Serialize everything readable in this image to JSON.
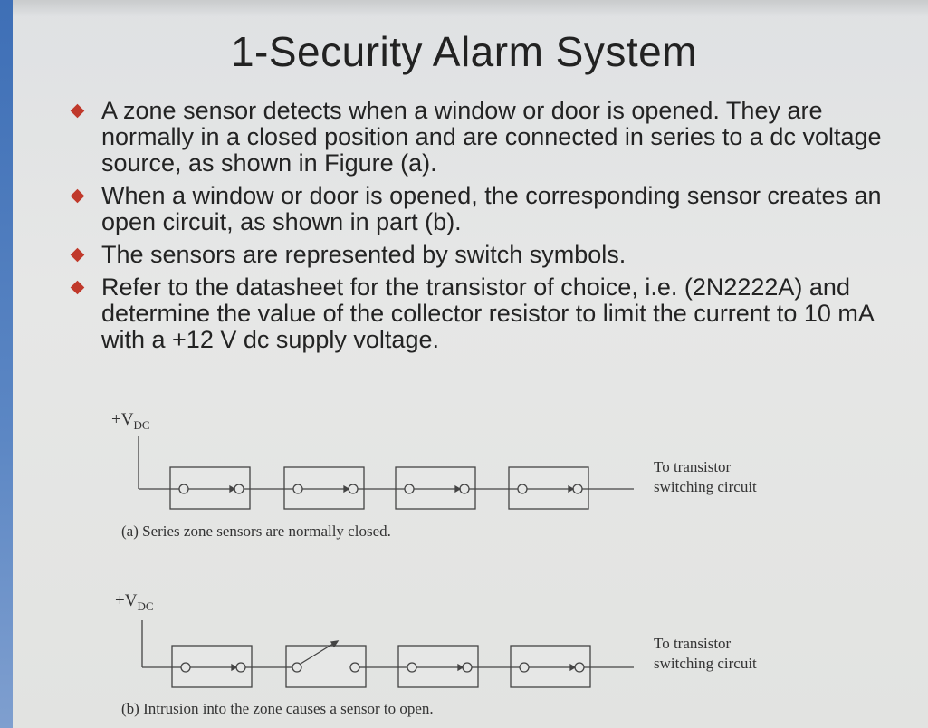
{
  "slide": {
    "title": "1-Security Alarm System",
    "bullets": [
      "A zone sensor detects when a window or door is opened. They are normally in a closed position and are connected in series to a dc voltage source, as shown in Figure (a).",
      "When a window or door is opened, the corresponding sensor creates an open circuit, as shown in part (b).",
      "The sensors are represented by switch symbols.",
      "Refer to the datasheet for the transistor of choice, i.e. (2N2222A) and determine the value of the collector resistor to limit the current to 10 mA with a +12 V dc supply voltage."
    ]
  },
  "figure_a": {
    "supply_label": "+V",
    "supply_subscript": "DC",
    "output_label_line1": "To transistor",
    "output_label_line2": "switching circuit",
    "caption": "(a) Series zone sensors are normally closed."
  },
  "figure_b": {
    "supply_label": "+V",
    "supply_subscript": "DC",
    "output_label_line1": "To transistor",
    "output_label_line2": "switching circuit",
    "caption": "(b) Intrusion into the zone causes a sensor to open."
  },
  "colors": {
    "bullet": "#c0392b",
    "accent_bar": "#4a78bb"
  }
}
